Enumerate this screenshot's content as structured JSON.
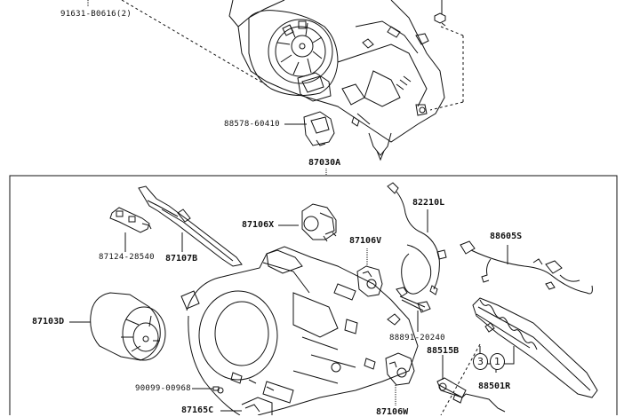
{
  "diagram": {
    "title": "Heater & Air Conditioner Unit - Exploded Parts View",
    "upper_assembly": {
      "part_labels": [
        {
          "id": "bolt-upper",
          "text": "91631-B0616(2)"
        },
        {
          "id": "damper-servo-upper",
          "text": "88578-60410"
        }
      ]
    },
    "main_assembly": {
      "label": "87030A",
      "part_labels": [
        {
          "id": "resistor",
          "text": "87124-28540"
        },
        {
          "id": "damper-link",
          "text": "87107B"
        },
        {
          "id": "servo-x",
          "text": "87106X"
        },
        {
          "id": "servo-v",
          "text": "87106V"
        },
        {
          "id": "wire-harness-l",
          "text": "82210L"
        },
        {
          "id": "wire-harness-s",
          "text": "88605S"
        },
        {
          "id": "blower-motor",
          "text": "87103D"
        },
        {
          "id": "thermistor",
          "text": "88891-20240"
        },
        {
          "id": "evaporator-bracket",
          "text": "88515B"
        },
        {
          "id": "evaporator",
          "text": "88501R"
        },
        {
          "id": "screw",
          "text": "90099-00968"
        },
        {
          "id": "servo-c",
          "text": "87165C"
        },
        {
          "id": "servo-w",
          "text": "87106W"
        }
      ],
      "callouts": [
        {
          "id": "callout-3",
          "text": "3"
        },
        {
          "id": "callout-1",
          "text": "1"
        }
      ]
    },
    "colors": {
      "line": "#111111",
      "background": "#ffffff"
    }
  }
}
